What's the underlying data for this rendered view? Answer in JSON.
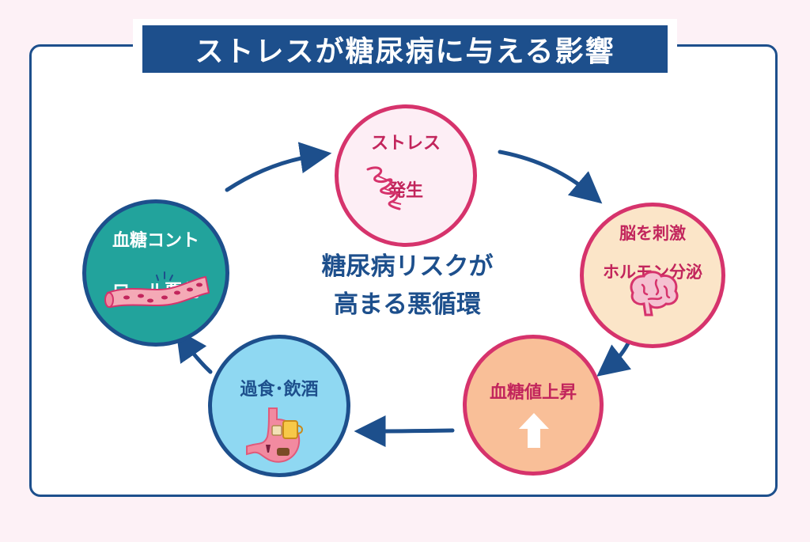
{
  "title": "ストレスが糖尿病に与える影響",
  "center": {
    "line1": "糖尿病リスクが",
    "line2": "高まる悪循環"
  },
  "nodes": {
    "stress": {
      "line1": "ストレス",
      "line2": "発生"
    },
    "brain": {
      "line1": "脳を刺激",
      "line2": "ホルモン分泌"
    },
    "glucose": {
      "line1": "血糖値上昇"
    },
    "eating": {
      "line1": "過食･飲酒"
    },
    "control": {
      "line1": "血糖コント",
      "line2": "ロール悪化"
    }
  },
  "icons": {
    "stress": "stress-spiral-icon",
    "brain": "brain-icon",
    "glucose": "up-arrow-icon",
    "eating": "stomach-icon",
    "control": "blood-vessel-icon"
  },
  "colors": {
    "navy": "#1d4f8c",
    "pink": "#d6336c",
    "teal": "#22a39c",
    "light_blue": "#8fd8f2",
    "peach": "#f9bf98"
  }
}
